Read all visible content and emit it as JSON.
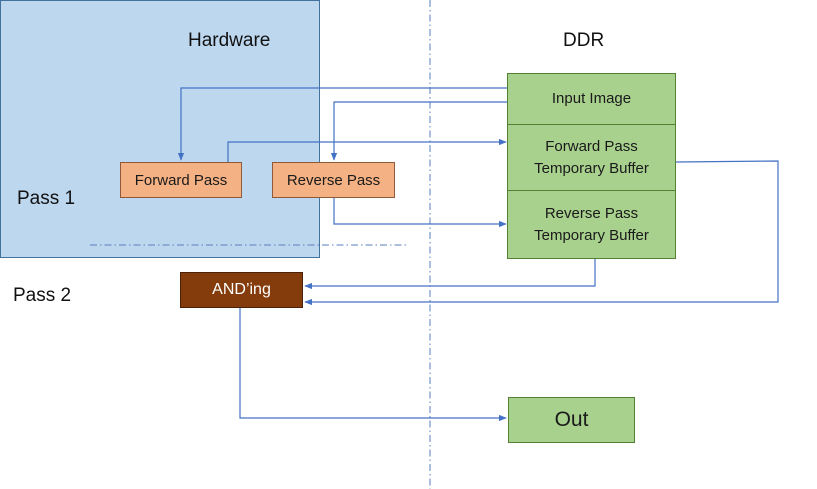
{
  "headers": {
    "hardware": "Hardware",
    "ddr": "DDR"
  },
  "passes": {
    "pass1": "Pass 1",
    "pass2": "Pass 2"
  },
  "blocks": {
    "forward_pass": "Forward Pass",
    "reverse_pass": "Reverse Pass",
    "anding": "AND’ing"
  },
  "ddr": {
    "input_image": "Input Image",
    "forward_buffer": [
      "Forward Pass",
      "Temporary Buffer"
    ],
    "reverse_buffer": [
      "Reverse Pass",
      "Temporary Buffer"
    ],
    "out": "Out"
  },
  "colors": {
    "hardware_region_fill": "#bdd7ee",
    "hardware_region_border": "#41719c",
    "pass_block_fill": "#f4b183",
    "anding_fill": "#843c0c",
    "ddr_fill": "#a9d18e",
    "ddr_border": "#548235",
    "arrow": "#4472c4",
    "divider": "#5b7fbf"
  }
}
